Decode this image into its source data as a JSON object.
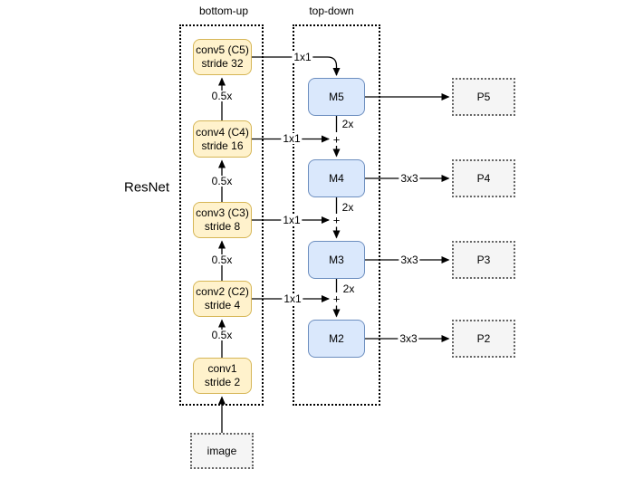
{
  "diagram": {
    "headers": {
      "bottom_up": "bottom-up",
      "top_down": "top-down"
    },
    "resnet_label": "ResNet",
    "input_label": "image",
    "backbone_blocks": [
      {
        "line1": "conv5 (C5)",
        "line2": "stride 32"
      },
      {
        "line1": "conv4 (C4)",
        "line2": "stride 16"
      },
      {
        "line1": "conv3 (C3)",
        "line2": "stride 8"
      },
      {
        "line1": "conv2 (C2)",
        "line2": "stride 4"
      },
      {
        "line1": "conv1",
        "line2": "stride 2"
      }
    ],
    "merged_blocks": [
      "M5",
      "M4",
      "M3",
      "M2"
    ],
    "output_blocks": [
      "P5",
      "P4",
      "P3",
      "P2"
    ],
    "edge_labels": {
      "lateral_conv": "1x1",
      "downsample": "0.5x",
      "upsample": "2x",
      "output_conv": "3x3",
      "merge_op": "+"
    },
    "colors": {
      "backbone_fill": "#FFF2CC",
      "backbone_stroke": "#D6B656",
      "merged_fill": "#DAE8FC",
      "merged_stroke": "#6C8EBF",
      "output_fill": "#F5F5F5",
      "output_stroke": "#666666",
      "container_stroke": "#000000",
      "edge_stroke": "#000000",
      "background": "#FFFFFF"
    }
  }
}
